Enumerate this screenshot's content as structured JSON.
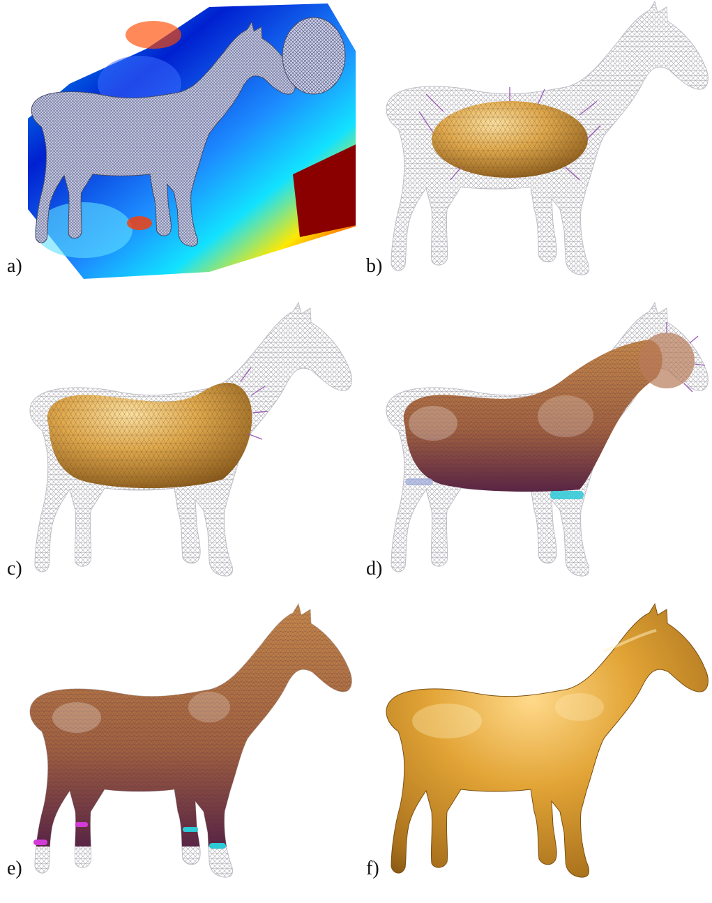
{
  "figure": {
    "panels": [
      {
        "id": "a",
        "label": "a)",
        "description_color": "distance-field"
      },
      {
        "id": "b",
        "label": "b)"
      },
      {
        "id": "c",
        "label": "c)"
      },
      {
        "id": "d",
        "label": "d)"
      },
      {
        "id": "e",
        "label": "e)"
      },
      {
        "id": "f",
        "label": "f)"
      }
    ]
  },
  "colors": {
    "mesh_wire": "#9a9aa4",
    "gold_light": "#f0c77a",
    "gold_mid": "#d39a3a",
    "gold_dark": "#8a5a1a",
    "purple_dark": "#6a2a4a",
    "spike": "#9b59b6",
    "band_cyan": "#2cc9d6",
    "band_magenta": "#d23bd8"
  }
}
